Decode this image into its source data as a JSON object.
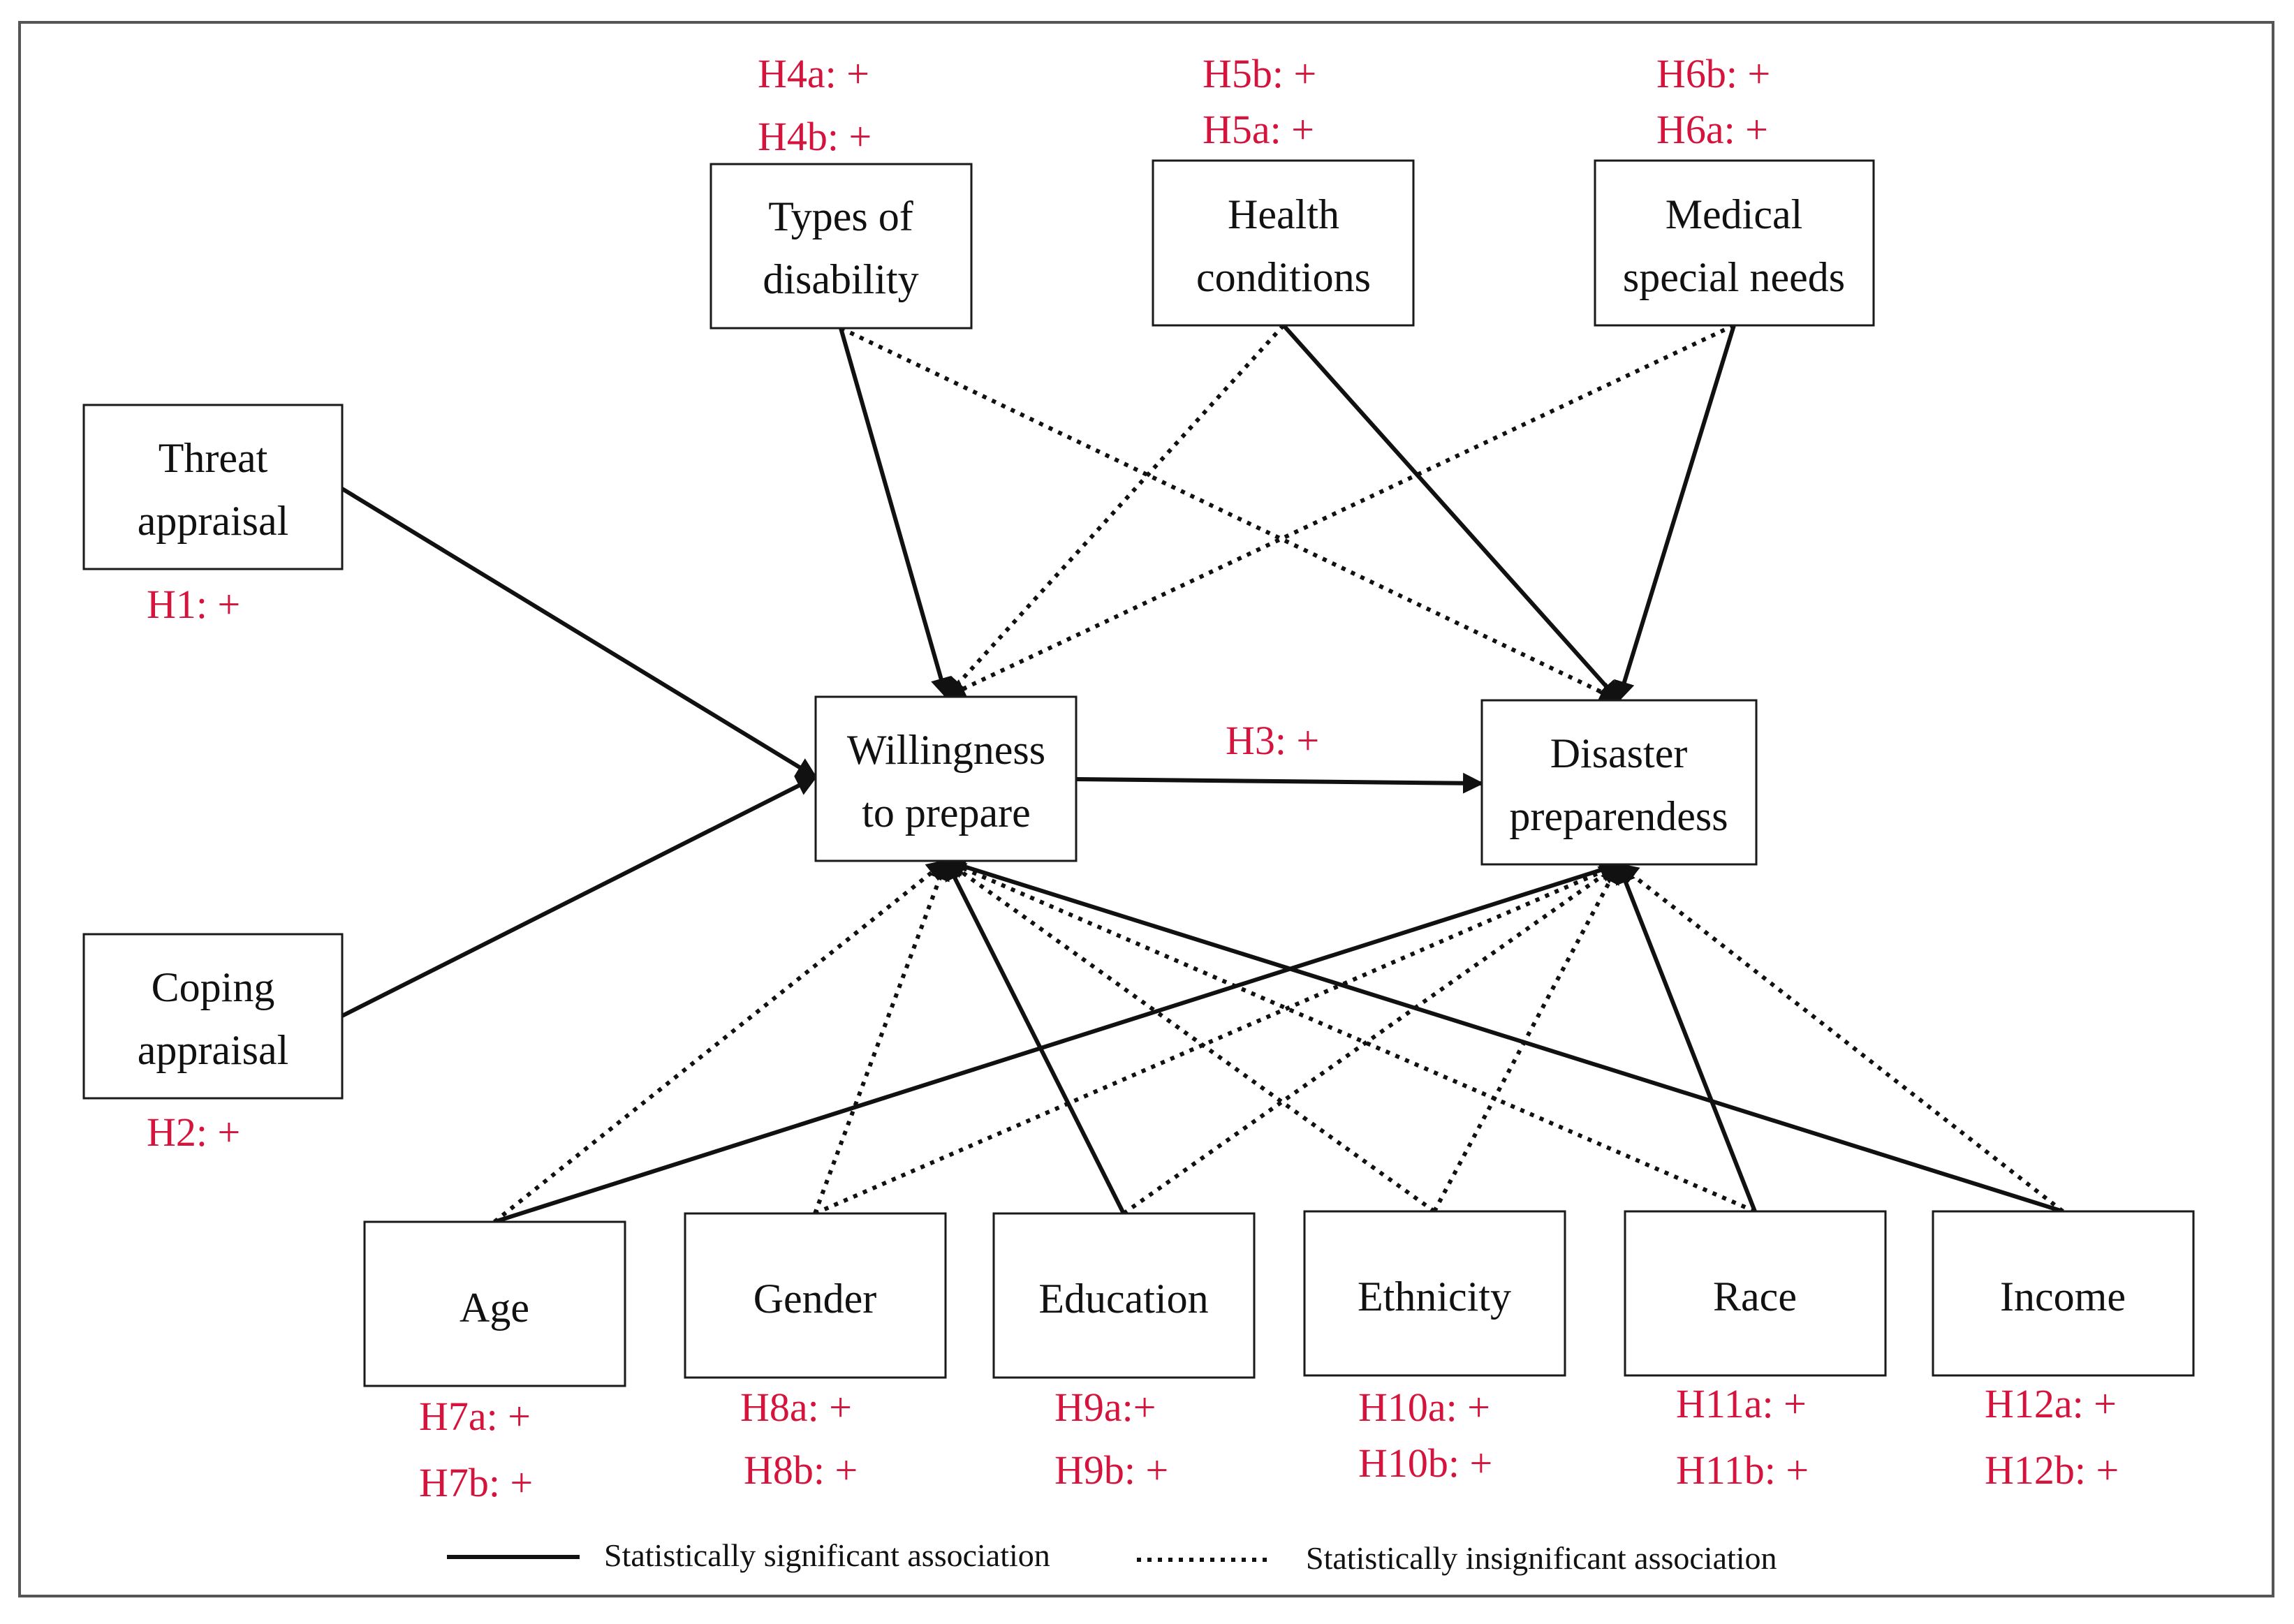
{
  "colors": {
    "hypothesis": "#d4143c",
    "line": "#111111"
  },
  "nodes": {
    "threat": {
      "lines": [
        "Threat",
        "appraisal"
      ]
    },
    "coping": {
      "lines": [
        "Coping",
        "appraisal"
      ]
    },
    "willing": {
      "lines": [
        "Willingness",
        "to prepare"
      ]
    },
    "disaster": {
      "lines": [
        "Disaster",
        "preparendess"
      ]
    },
    "types": {
      "lines": [
        "Types of",
        "disability"
      ]
    },
    "health": {
      "lines": [
        "Health",
        "conditions"
      ]
    },
    "medical": {
      "lines": [
        "Medical",
        "special needs"
      ]
    },
    "age": {
      "lines": [
        "Age"
      ]
    },
    "gender": {
      "lines": [
        "Gender"
      ]
    },
    "education": {
      "lines": [
        "Education"
      ]
    },
    "ethnicity": {
      "lines": [
        "Ethnicity"
      ]
    },
    "race": {
      "lines": [
        "Race"
      ]
    },
    "income": {
      "lines": [
        "Income"
      ]
    }
  },
  "hypotheses": {
    "h1": "H1: +",
    "h2": "H2: +",
    "h3": "H3: +",
    "h4a": "H4a: +",
    "h4b": "H4b: +",
    "h5b": "H5b: +",
    "h5a": "H5a: +",
    "h6b": "H6b: +",
    "h6a": "H6a: +",
    "h7a": "H7a: +",
    "h7b": "H7b: +",
    "h8a": "H8a: +",
    "h8b": "H8b: +",
    "h9a": "H9a:+",
    "h9b": "H9b: +",
    "h10a": "H10a: +",
    "h10b": "H10b: +",
    "h11a": "H11a: +",
    "h11b": "H11b: +",
    "h12a": "H12a: +",
    "h12b": "H12b: +"
  },
  "edges": [
    {
      "from": "threat",
      "to": "willing",
      "style": "solid"
    },
    {
      "from": "coping",
      "to": "willing",
      "style": "solid"
    },
    {
      "from": "willing",
      "to": "disaster",
      "style": "solid"
    },
    {
      "from": "types",
      "to": "willing",
      "style": "solid"
    },
    {
      "from": "types",
      "to": "disaster",
      "style": "dotted"
    },
    {
      "from": "health",
      "to": "willing",
      "style": "dotted"
    },
    {
      "from": "health",
      "to": "disaster",
      "style": "solid"
    },
    {
      "from": "medical",
      "to": "willing",
      "style": "dotted"
    },
    {
      "from": "medical",
      "to": "disaster",
      "style": "solid"
    },
    {
      "from": "age",
      "to": "willing",
      "style": "dotted"
    },
    {
      "from": "age",
      "to": "disaster",
      "style": "solid"
    },
    {
      "from": "gender",
      "to": "willing",
      "style": "dotted"
    },
    {
      "from": "gender",
      "to": "disaster",
      "style": "dotted"
    },
    {
      "from": "education",
      "to": "willing",
      "style": "solid"
    },
    {
      "from": "education",
      "to": "disaster",
      "style": "dotted"
    },
    {
      "from": "ethnicity",
      "to": "willing",
      "style": "dotted"
    },
    {
      "from": "ethnicity",
      "to": "disaster",
      "style": "dotted"
    },
    {
      "from": "race",
      "to": "willing",
      "style": "dotted"
    },
    {
      "from": "race",
      "to": "disaster",
      "style": "solid"
    },
    {
      "from": "income",
      "to": "willing",
      "style": "solid"
    },
    {
      "from": "income",
      "to": "disaster",
      "style": "dotted"
    }
  ],
  "legend": {
    "significant": "Statistically significant association",
    "insignificant": "Statistically insignificant association"
  }
}
